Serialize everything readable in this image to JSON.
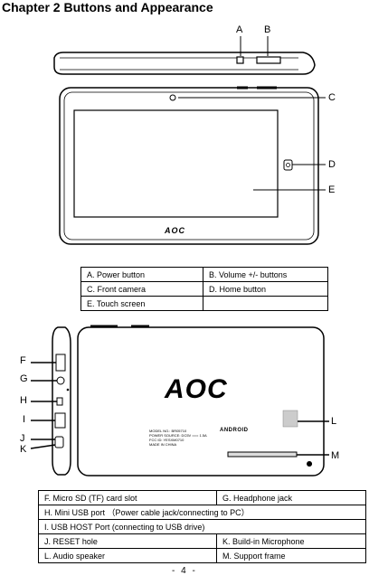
{
  "title": "Chapter 2 Buttons and Appearance",
  "callouts_top": {
    "A": "A",
    "B": "B",
    "C": "C",
    "D": "D",
    "E": "E"
  },
  "brand": "AOC",
  "table1": [
    [
      "A. Power button",
      "B. Volume +/- buttons"
    ],
    [
      "C. Front camera",
      "D. Home button"
    ],
    [
      "E. Touch screen",
      ""
    ]
  ],
  "callouts_back": {
    "F": "F",
    "G": "G",
    "H": "H",
    "I": "I",
    "J": "J",
    "K": "K",
    "L": "L",
    "M": "M"
  },
  "back_label": {
    "line1": "MODEL NO.: BR05710",
    "line2": "POWER SOURCE: DC5V === 1.5A",
    "line3": "FCC ID: YESXM0710",
    "line4": "MADE IN CHINA",
    "android": "ANDROID"
  },
  "table2": [
    [
      "F. Micro SD (TF) card slot",
      "G. Headphone jack"
    ],
    [
      "H. Mini USB port （Power cable jack/connecting to PC）",
      ""
    ],
    [
      "I. USB HOST Port (connecting to USB drive)",
      ""
    ],
    [
      "J. RESET hole",
      "K. Build-in Microphone"
    ],
    [
      "L. Audio speaker",
      "M. Support frame"
    ]
  ],
  "page_number": "- 4 -"
}
